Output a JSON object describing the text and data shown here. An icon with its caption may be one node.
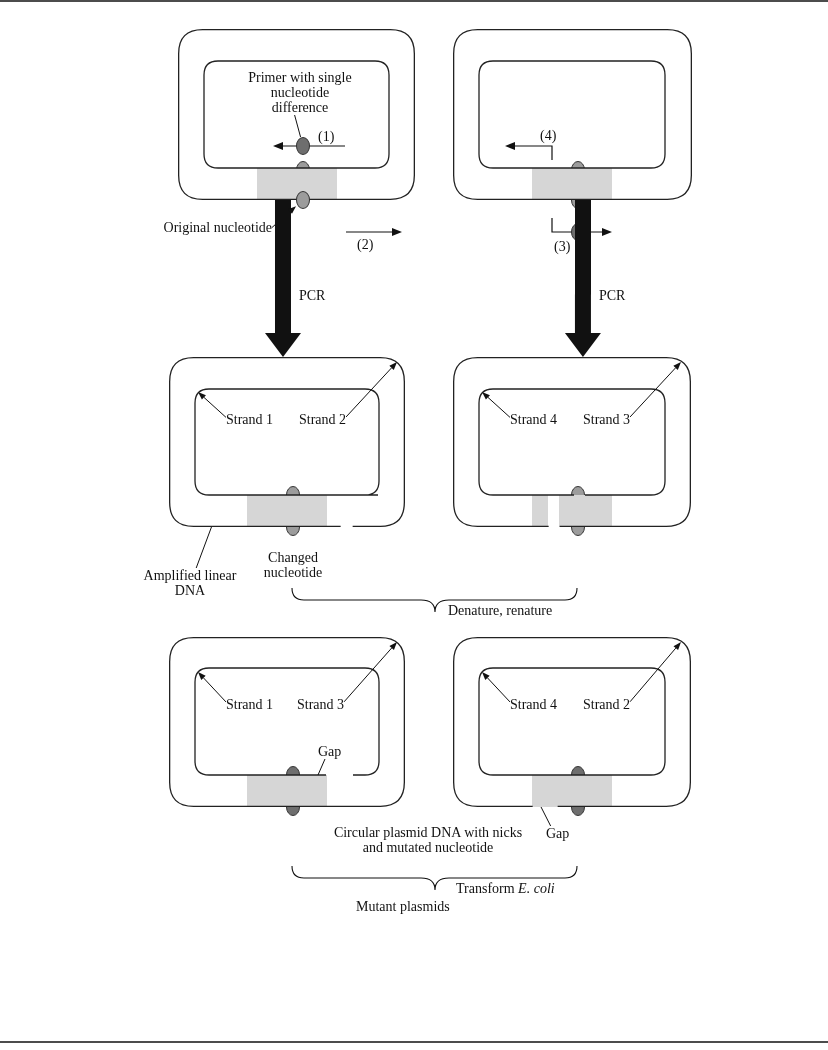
{
  "diagram": {
    "nodes": [
      {
        "text": [],
        "shape": "box"
      },
      {
        "text": [],
        "shape": "box"
      },
      {
        "text": [
          "Primer with single nucleotide difference"
        ],
        "in": 0
      },
      {
        "text": [],
        "shape": "circle",
        "in": 0
      },
      {
        "text": [
          "Original nucleotide"
        ]
      },
      {
        "text": [],
        "shape": "circle"
      },
      {
        "text": [],
        "shape": "box"
      },
      {
        "text": [],
        "shape": "box"
      },
      {
        "text": [
          "Strand 1"
        ],
        "in": 6
      },
      {
        "text": [
          "Strand 2"
        ],
        "in": 6
      },
      {
        "text": [
          "Strand 4"
        ],
        "in": 7
      },
      {
        "text": [
          "Strand 3"
        ],
        "in": 7
      },
      {
        "text": [
          "Amplified linear DNA"
        ]
      },
      {
        "text": [],
        "shape": "box"
      },
      {
        "text": [],
        "shape": "box"
      },
      {
        "text": [
          "Strand 1"
        ],
        "in": 13
      },
      {
        "text": [
          "Strand 3"
        ],
        "in": 13
      },
      {
        "text": [
          "Gap"
        ],
        "in": 13
      },
      {
        "text": [
          "Strand 4"
        ],
        "in": 14
      },
      {
        "text": [
          "Strand 2"
        ],
        "in": 14
      },
      {
        "text": [
          "Gap"
        ]
      }
    ],
    "edges": [
      {
        "from": 0,
        "to": 6,
        "arrow": "to",
        "label": "PCR",
        "style": "thick"
      },
      {
        "from": 1,
        "to": 7,
        "arrow": "to",
        "label": "PCR",
        "style": "thick"
      },
      {
        "from": 2,
        "to": 3,
        "arrow": "none"
      },
      {
        "from": 4,
        "to": 5,
        "arrow": "to"
      },
      {
        "from": 8,
        "to": null,
        "arrow": "to"
      },
      {
        "from": 9,
        "to": null,
        "arrow": "to"
      },
      {
        "from": 10,
        "to": null,
        "arrow": "to"
      },
      {
        "from": 11,
        "to": null,
        "arrow": "to"
      },
      {
        "from": 12,
        "to": 6,
        "arrow": "none"
      },
      {
        "from": 15,
        "to": null,
        "arrow": "to"
      },
      {
        "from": 16,
        "to": null,
        "arrow": "to"
      },
      {
        "from": 18,
        "to": null,
        "arrow": "to"
      },
      {
        "from": 19,
        "to": null,
        "arrow": "to"
      },
      {
        "from": 17,
        "to": null,
        "arrow": "none"
      },
      {
        "from": 20,
        "to": 14,
        "arrow": "none"
      }
    ],
    "labels": [
      "(1)",
      "(2)",
      "(3)",
      "(4)",
      "Changed nucleotide",
      "Denature, renature",
      "Circular plasmid DNA with nicks and mutated nucleotide",
      "Transform *E. coli*",
      "Mutant plasmids"
    ]
  }
}
